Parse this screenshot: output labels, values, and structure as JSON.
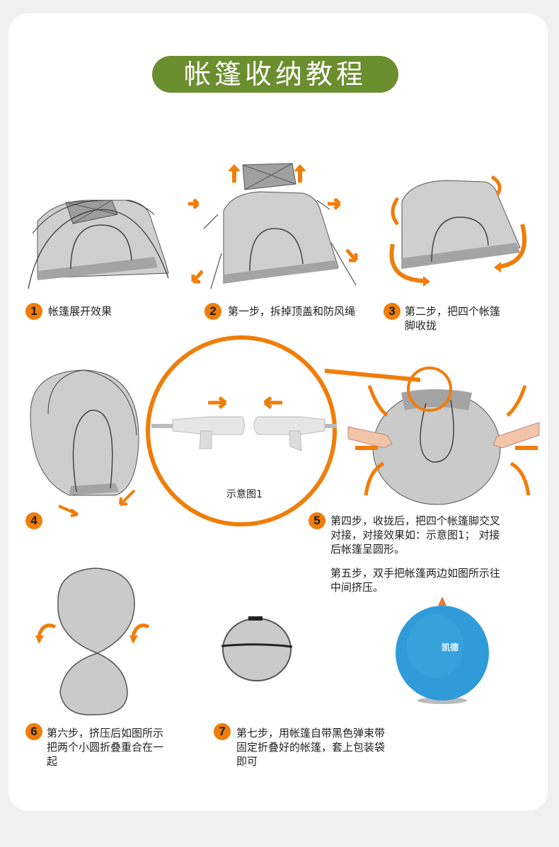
{
  "page": {
    "title": "帐篷收纳教程",
    "colors": {
      "title_bg": "#6b8e2f",
      "accent_orange": "#f07d0a",
      "tent_gray": "#c8c8c8",
      "bag_blue": "#2f9bd8",
      "page_bg": "#f0f0f0"
    }
  },
  "steps": [
    {
      "num": "1",
      "icon": "tent-expanded",
      "caption": "帐篷展开效果"
    },
    {
      "num": "2",
      "icon": "tent-remove-cover",
      "caption": "第一步，拆掉顶盖和防风绳"
    },
    {
      "num": "3",
      "icon": "tent-fold-corners",
      "caption_l1": "第二步，把四个帐篷",
      "caption_l2": "脚收拢"
    },
    {
      "num": "4",
      "icon": "tent-gathered"
    },
    {
      "num": "5",
      "icon": "tent-round-squeeze",
      "caption_l1": "第四步，收拢后，把四个帐篷脚交叉",
      "caption_l2": "对接，对接效果如：示意图1； 对接",
      "caption_l3": "后帐篷呈圆形。",
      "caption2_l1": "第五步，双手把帐篷两边如图所示往",
      "caption2_l2": "中间挤压。"
    },
    {
      "num": "6",
      "icon": "tent-figure-eight",
      "caption_l1": "第六步，挤压后如图所示",
      "caption_l2": "把两个小圆折叠重合在一",
      "caption_l3": "起"
    },
    {
      "num": "7",
      "icon": "tent-folded-strapped",
      "caption_l1": "第七步，用帐篷自带黑色弹束带",
      "caption_l2": "固定折叠好的帐篷，套上包装袋",
      "caption_l3": "即可"
    }
  ],
  "diagram": {
    "label": "示意图1",
    "icon": "pole-connector"
  },
  "bag": {
    "brand": "凯德",
    "icon": "storage-bag"
  }
}
